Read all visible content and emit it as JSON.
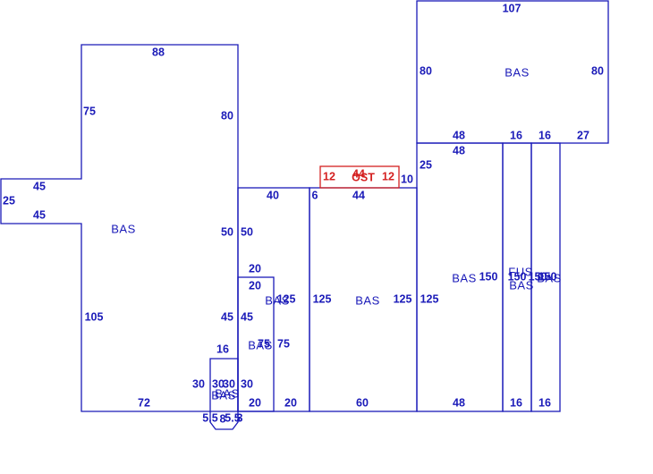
{
  "sketch": {
    "section_labels": {
      "left_bas": "BAS",
      "top_right_bas": "BAS",
      "center_bas": "BAS",
      "strip_bas_a": "BAS",
      "strip_bas_b": "BAS",
      "small_bas_a": "BAS",
      "small_bas_b": "BAS",
      "right_bas": "BAS",
      "fus_label": "FUS",
      "fus_bas_label": "BAS",
      "far_right_bas": "BAS",
      "stoop_label": "OST"
    },
    "dimensions": {
      "d88": "88",
      "d75": "75",
      "d80_left": "80",
      "d45_top": "45",
      "d25_left": "25",
      "d45_bot": "45",
      "d105": "105",
      "d72": "72",
      "d50_a": "50",
      "d50_b": "50",
      "d45_a": "45",
      "d45_b": "45",
      "d40": "40",
      "d6": "6",
      "d44_top": "44",
      "d44_bot": "44",
      "d12_a": "12",
      "d12_b": "12",
      "d10": "10",
      "d20_a": "20",
      "d20_b": "20",
      "d125_a": "125",
      "d125_b": "125",
      "d125_c": "125",
      "d125_d": "125",
      "d75_a": "75",
      "d75_b": "75",
      "d16_small": "16",
      "d30_a": "30",
      "d30_b": "30",
      "d30_c": "30",
      "d30_d": "30",
      "d20_bot_a": "20",
      "d20_bot_b": "20",
      "d60": "60",
      "d5_a": "5.5",
      "d5_b": "5.5",
      "d8": "8",
      "d3": "3",
      "d107": "107",
      "d80_r1": "80",
      "d80_r2": "80",
      "d48_top": "48",
      "d16_t1": "16",
      "d16_t2": "16",
      "d27": "27",
      "d48_b": "48",
      "d25_r": "25",
      "d150_a": "150",
      "d150_b": "150",
      "d150_c": "150",
      "d150_d": "150",
      "d48_bot": "48",
      "d16_b1": "16",
      "d16_b2": "16"
    }
  }
}
